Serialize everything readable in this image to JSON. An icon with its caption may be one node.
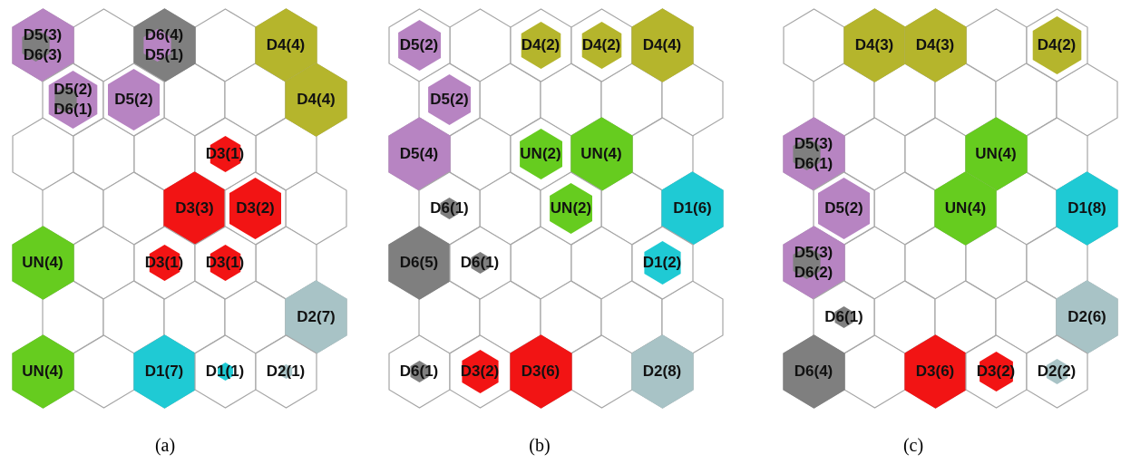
{
  "diagram": {
    "nodes": [
      {
        "text": [
          "D5(3)",
          "D6(3)"
        ]
      },
      {
        "text": [],
        "shape": "hexagon"
      },
      {
        "text": [
          "D6(4)",
          "D5(1)"
        ]
      },
      {
        "text": [],
        "shape": "hexagon"
      },
      {
        "text": [
          "D4(4)"
        ]
      },
      {
        "text": [
          "D5(2)",
          "D6(1)"
        ]
      },
      {
        "text": [
          "D5(2)"
        ]
      },
      {
        "text": [],
        "shape": "hexagon"
      },
      {
        "text": [],
        "shape": "hexagon"
      },
      {
        "text": [
          "D4(4)"
        ]
      },
      {
        "text": [],
        "shape": "hexagon"
      },
      {
        "text": [],
        "shape": "hexagon"
      },
      {
        "text": [],
        "shape": "hexagon"
      },
      {
        "text": [
          "D3(1)"
        ]
      },
      {
        "text": [],
        "shape": "hexagon"
      },
      {
        "text": [],
        "shape": "hexagon"
      },
      {
        "text": [],
        "shape": "hexagon"
      },
      {
        "text": [
          "D3(3)"
        ]
      },
      {
        "text": [
          "D3(2)"
        ]
      },
      {
        "text": [],
        "shape": "hexagon"
      },
      {
        "text": [
          "UN(4)"
        ]
      },
      {
        "text": [],
        "shape": "hexagon"
      },
      {
        "text": [
          "D3(1)"
        ]
      },
      {
        "text": [
          "D3(1)"
        ]
      },
      {
        "text": [],
        "shape": "hexagon"
      },
      {
        "text": [],
        "shape": "hexagon"
      },
      {
        "text": [],
        "shape": "hexagon"
      },
      {
        "text": [],
        "shape": "hexagon"
      },
      {
        "text": [],
        "shape": "hexagon"
      },
      {
        "text": [
          "D2(7)"
        ]
      },
      {
        "text": [
          "UN(4)"
        ]
      },
      {
        "text": [],
        "shape": "hexagon"
      },
      {
        "text": [
          "D1(7)"
        ]
      },
      {
        "text": [
          "D1(1)"
        ]
      },
      {
        "text": [
          "D2(1)"
        ]
      },
      {
        "text": [
          "D5(2)"
        ]
      },
      {
        "text": [],
        "shape": "hexagon"
      },
      {
        "text": [
          "D4(2)"
        ]
      },
      {
        "text": [
          "D4(2)"
        ]
      },
      {
        "text": [
          "D4(4)"
        ]
      },
      {
        "text": [
          "D5(2)"
        ]
      },
      {
        "text": [],
        "shape": "hexagon"
      },
      {
        "text": [],
        "shape": "hexagon"
      },
      {
        "text": [],
        "shape": "hexagon"
      },
      {
        "text": [],
        "shape": "hexagon"
      },
      {
        "text": [
          "D5(4)"
        ]
      },
      {
        "text": [],
        "shape": "hexagon"
      },
      {
        "text": [
          "UN(2)"
        ]
      },
      {
        "text": [
          "UN(4)"
        ]
      },
      {
        "text": [],
        "shape": "hexagon"
      },
      {
        "text": [
          "D6(1)"
        ]
      },
      {
        "text": [],
        "shape": "hexagon"
      },
      {
        "text": [
          "UN(2)"
        ]
      },
      {
        "text": [],
        "shape": "hexagon"
      },
      {
        "text": [
          "D1(6)"
        ]
      },
      {
        "text": [
          "D6(5)"
        ]
      },
      {
        "text": [
          "D6(1)"
        ]
      },
      {
        "text": [],
        "shape": "hexagon"
      },
      {
        "text": [],
        "shape": "hexagon"
      },
      {
        "text": [
          "D1(2)"
        ]
      },
      {
        "text": [],
        "shape": "hexagon"
      },
      {
        "text": [],
        "shape": "hexagon"
      },
      {
        "text": [],
        "shape": "hexagon"
      },
      {
        "text": [],
        "shape": "hexagon"
      },
      {
        "text": [],
        "shape": "hexagon"
      },
      {
        "text": [
          "D6(1)"
        ]
      },
      {
        "text": [
          "D3(2)"
        ]
      },
      {
        "text": [
          "D3(6)"
        ]
      },
      {
        "text": [],
        "shape": "hexagon"
      },
      {
        "text": [
          "D2(8)"
        ]
      },
      {
        "text": [],
        "shape": "hexagon"
      },
      {
        "text": [
          "D4(3)"
        ]
      },
      {
        "text": [
          "D4(3)"
        ]
      },
      {
        "text": [],
        "shape": "hexagon"
      },
      {
        "text": [
          "D4(2)"
        ]
      },
      {
        "text": [],
        "shape": "hexagon"
      },
      {
        "text": [],
        "shape": "hexagon"
      },
      {
        "text": [],
        "shape": "hexagon"
      },
      {
        "text": [],
        "shape": "hexagon"
      },
      {
        "text": [],
        "shape": "hexagon"
      },
      {
        "text": [
          "D5(3)",
          "D6(1)"
        ]
      },
      {
        "text": [],
        "shape": "hexagon"
      },
      {
        "text": [],
        "shape": "hexagon"
      },
      {
        "text": [
          "UN(4)"
        ]
      },
      {
        "text": [],
        "shape": "hexagon"
      },
      {
        "text": [
          "D5(2)"
        ]
      },
      {
        "text": [],
        "shape": "hexagon"
      },
      {
        "text": [
          "UN(4)"
        ]
      },
      {
        "text": [],
        "shape": "hexagon"
      },
      {
        "text": [
          "D1(8)"
        ]
      },
      {
        "text": [
          "D5(3)",
          "D6(2)"
        ]
      },
      {
        "text": [],
        "shape": "hexagon"
      },
      {
        "text": [],
        "shape": "hexagon"
      },
      {
        "text": [],
        "shape": "hexagon"
      },
      {
        "text": [],
        "shape": "hexagon"
      },
      {
        "text": [
          "D6(1)"
        ]
      },
      {
        "text": [],
        "shape": "hexagon"
      },
      {
        "text": [],
        "shape": "hexagon"
      },
      {
        "text": [],
        "shape": "hexagon"
      },
      {
        "text": [
          "D2(6)"
        ]
      },
      {
        "text": [
          "D6(4)"
        ]
      },
      {
        "text": [],
        "shape": "hexagon"
      },
      {
        "text": [
          "D3(6)"
        ]
      },
      {
        "text": [
          "D3(2)"
        ]
      },
      {
        "text": [
          "D2(2)"
        ]
      }
    ],
    "labels": [
      "(a)",
      "(b)",
      "(c)"
    ]
  }
}
